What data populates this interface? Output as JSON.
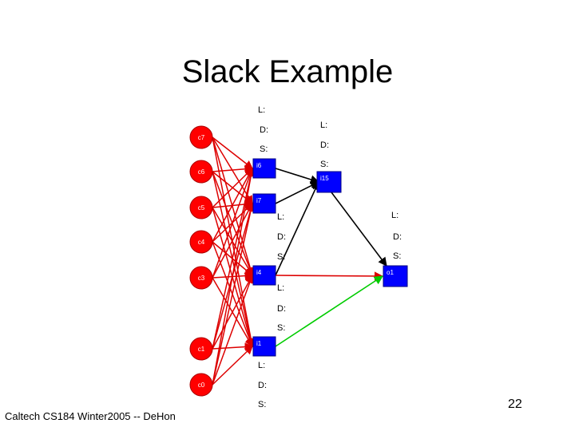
{
  "slide": {
    "title": "Slack Example",
    "footer": "Caltech CS184 Winter2005 -- DeHon",
    "page_number": "22"
  },
  "colors": {
    "node_fill": "#0000ff",
    "input_fill": "#ff0000",
    "edge_input": "#dd0000",
    "edge_black": "#000000",
    "edge_green": "#00cc00"
  },
  "diagram": {
    "inputs": [
      "c7",
      "c6",
      "c5",
      "c4",
      "c3",
      "c1",
      "c0"
    ],
    "nodes": [
      "i6",
      "i7",
      "i4",
      "i1",
      "i15",
      "o1"
    ],
    "annotations": {
      "L": "L:",
      "D": "D:",
      "S": "S:"
    },
    "edges_black": [
      [
        "i6",
        "i15"
      ],
      [
        "i7",
        "i15"
      ],
      [
        "i4",
        "i15"
      ],
      [
        "i15",
        "o1"
      ]
    ],
    "edges_red": [
      [
        "i4",
        "o1"
      ]
    ],
    "edges_green": [
      [
        "i1",
        "o1"
      ]
    ]
  }
}
